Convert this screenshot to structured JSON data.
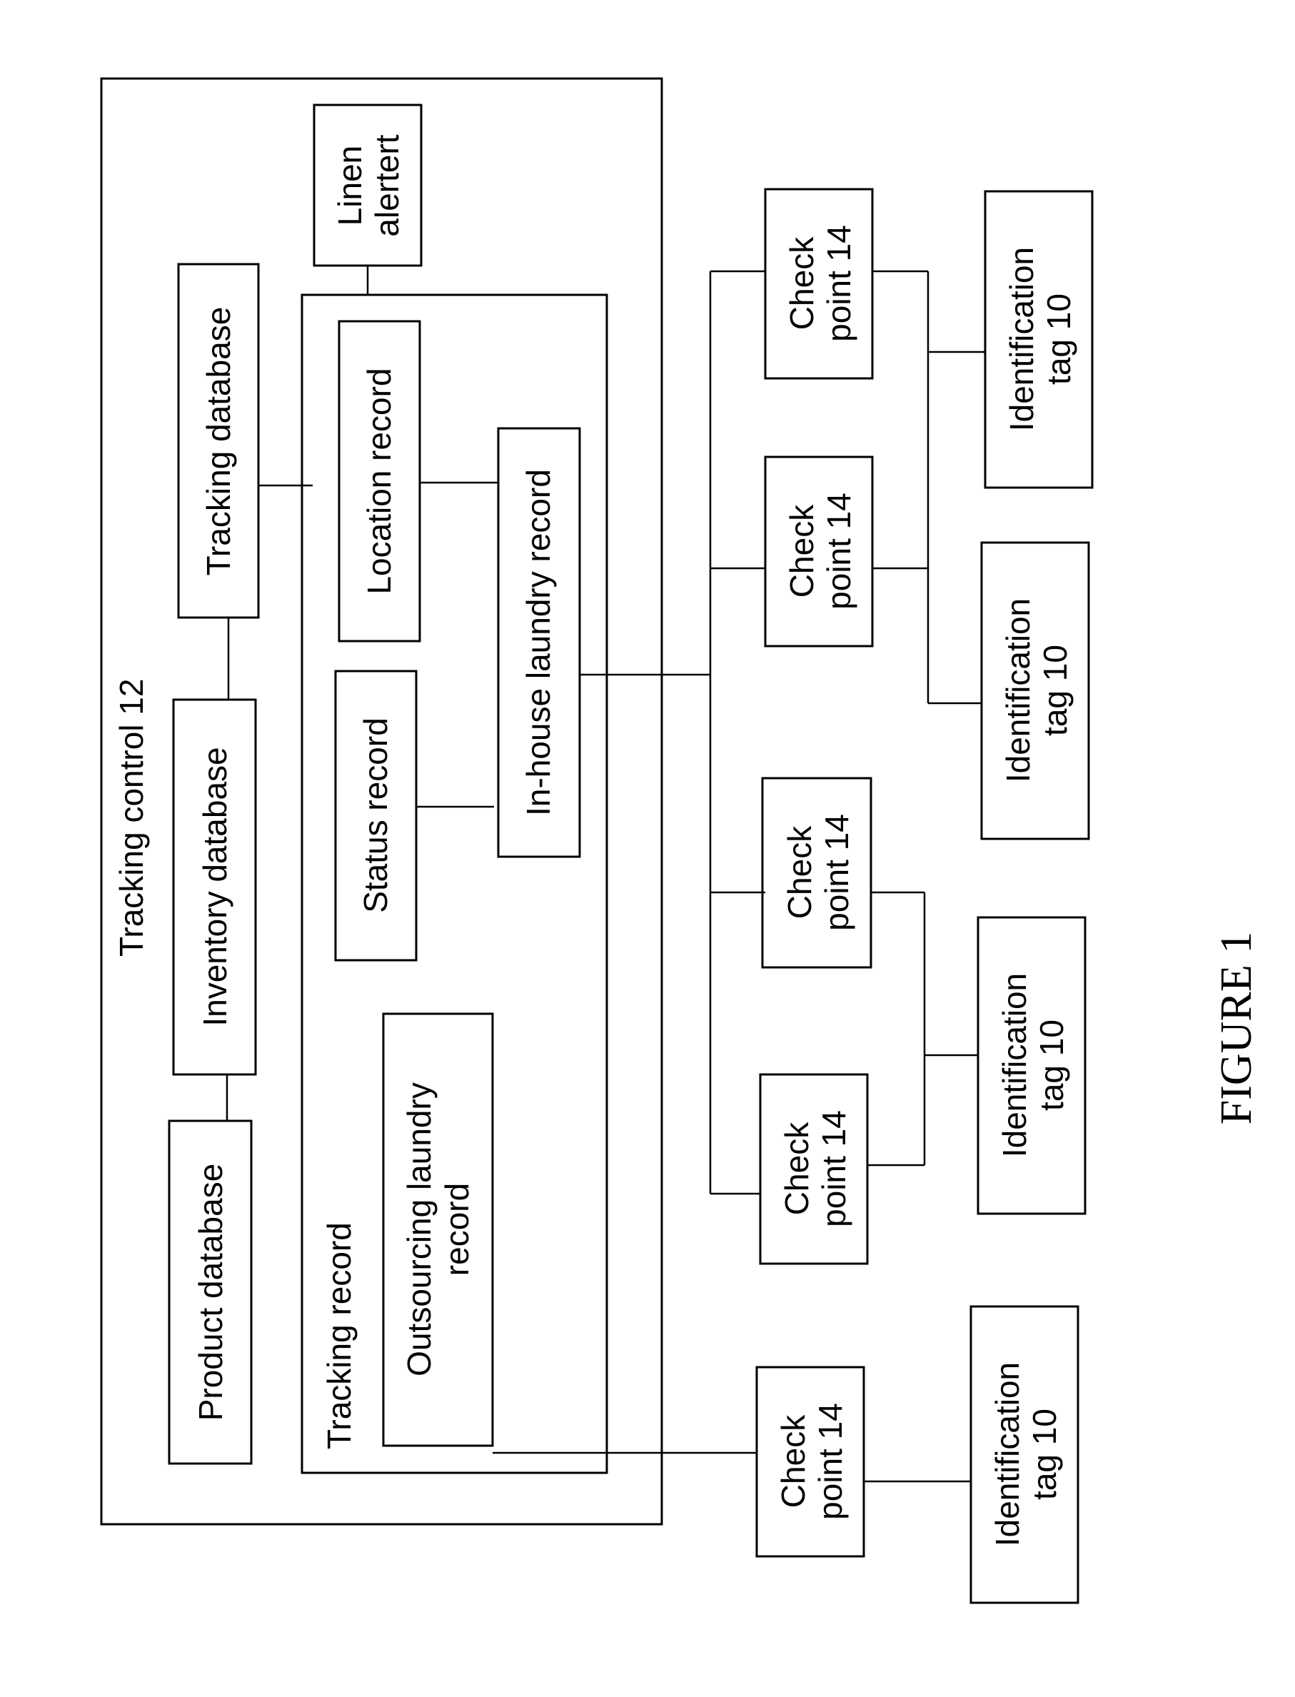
{
  "figure_label": "FIGURE 1",
  "tracking_control": {
    "title": "Tracking control 12"
  },
  "databases": {
    "product": "Product database",
    "inventory": "Inventory database",
    "tracking": "Tracking database"
  },
  "linen_alert": {
    "line1": "Linen",
    "line2": "alertert"
  },
  "tracking_record": {
    "title": "Tracking record",
    "location_record": "Location record",
    "status_record": "Status record",
    "in_house_laundry_record": "In-house laundry record",
    "outsourcing_laundry_record": {
      "line1": "Outsourcing laundry",
      "line2": "record"
    }
  },
  "check_point": {
    "line1": "Check",
    "line2": "point 14"
  },
  "identification_tag": {
    "line1": "Identification",
    "line2": "tag 10"
  }
}
